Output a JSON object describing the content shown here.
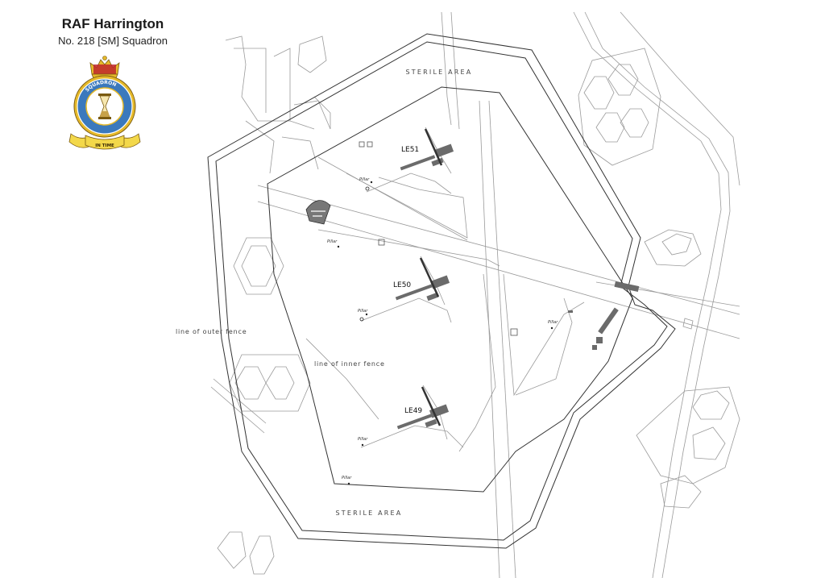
{
  "title": "RAF Harrington",
  "subtitle": "No. 218 [SM] Squadron",
  "emblem": {
    "motto": "IN TIME",
    "ring_text": "SQUADRON",
    "colors": {
      "gold": "#e5b92a",
      "blue": "#3b79bd",
      "red": "#c0262c",
      "ribbon": "#f3d84a"
    }
  },
  "labels": {
    "sterile_top": "STERILE AREA",
    "sterile_bottom": "STERILE AREA",
    "outer_fence": "line of outer fence",
    "inner_fence": "line of inner fence"
  },
  "launch_emplacements": [
    {
      "id": "le51",
      "name": "LE51"
    },
    {
      "id": "le50",
      "name": "LE50"
    },
    {
      "id": "le49",
      "name": "LE49"
    }
  ],
  "pillar_label": "Pillar"
}
